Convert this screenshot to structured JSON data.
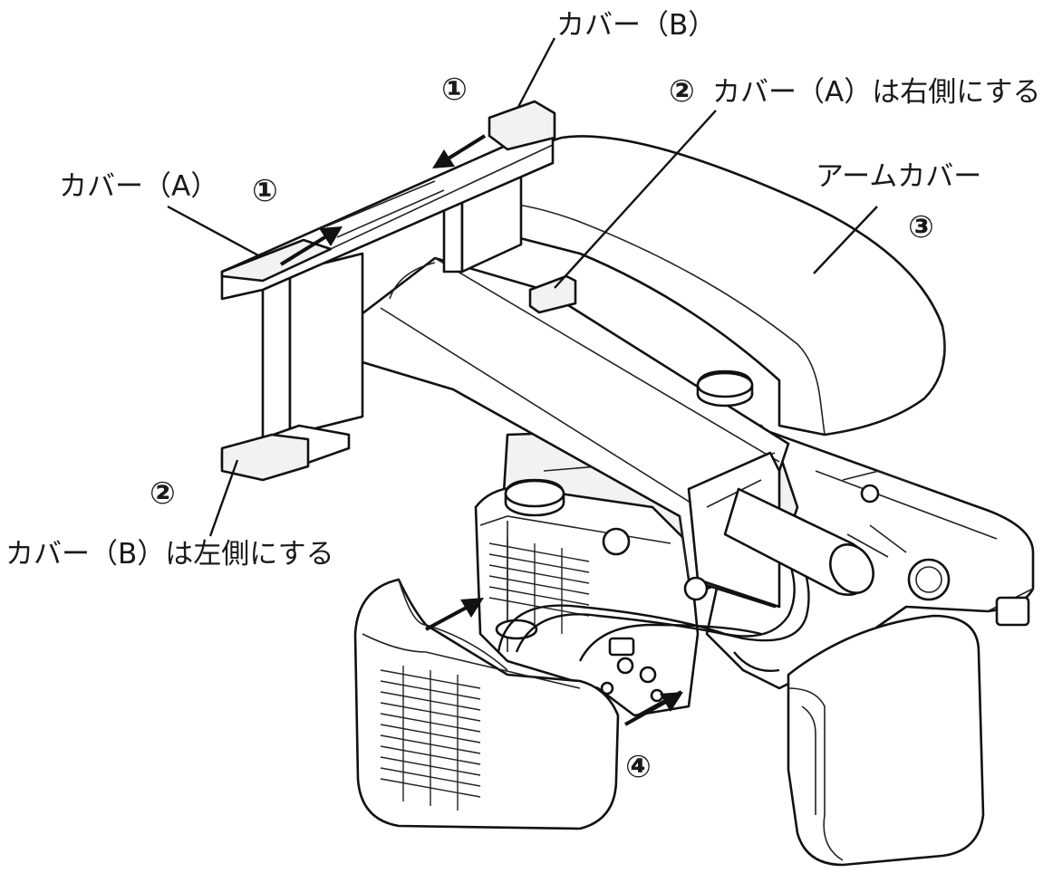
{
  "labels": {
    "cover_b_top": "カバー（B）",
    "cover_a_right": "カバー（A）は右側にする",
    "cover_a": "カバー（A）",
    "arm_cover": "アームカバー",
    "cover_b_left": "カバー（B）は左側にする"
  },
  "steps": {
    "step1_top": "①",
    "step1_left": "①",
    "step2_top": "②",
    "step2_left": "②",
    "step3": "③",
    "step4": "④"
  },
  "colors": {
    "line": "#111111",
    "background": "#ffffff",
    "shade": "#f2f2f2"
  }
}
